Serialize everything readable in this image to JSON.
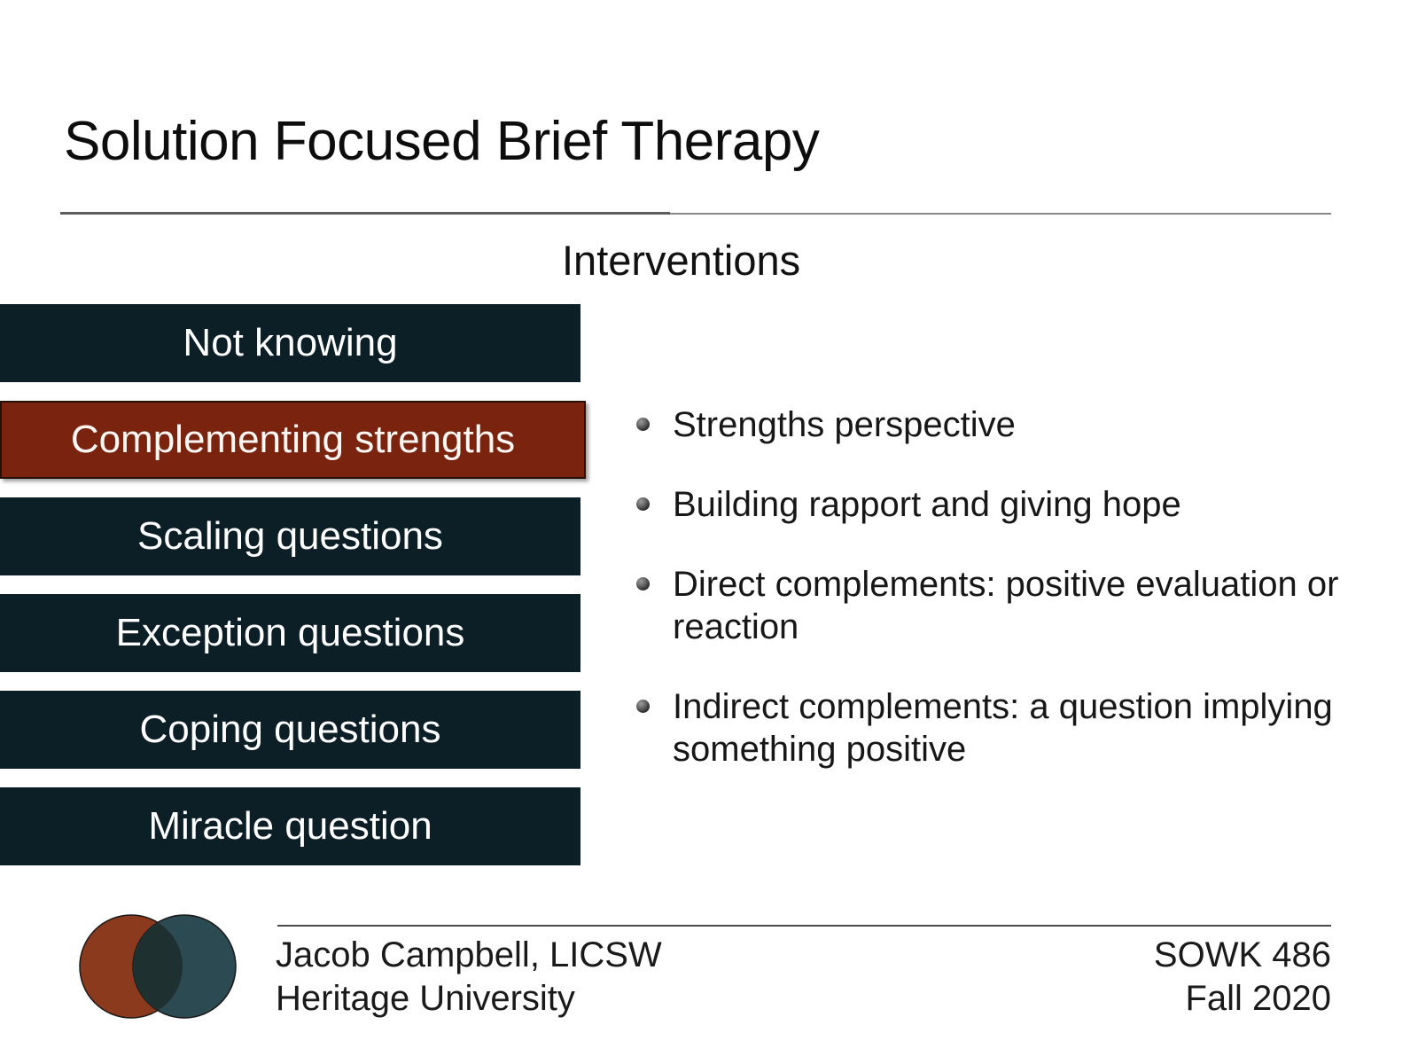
{
  "slide": {
    "title": "Solution Focused Brief Therapy",
    "section_subtitle": "Interventions"
  },
  "nav": {
    "items": [
      {
        "label": "Not knowing",
        "active": false
      },
      {
        "label": "Complementing strengths",
        "active": true
      },
      {
        "label": "Scaling questions",
        "active": false
      },
      {
        "label": "Exception questions",
        "active": false
      },
      {
        "label": "Coping questions",
        "active": false
      },
      {
        "label": "Miracle question",
        "active": false
      }
    ]
  },
  "content": {
    "bullets": [
      "Strengths perspective",
      "Building rapport and giving hope",
      "Direct complements:  positive evaluation or reaction",
      "Indirect complements: a question implying something positive"
    ]
  },
  "footer": {
    "presenter": "Jacob Campbell, LICSW",
    "institution": "Heritage University",
    "course": "SOWK 486",
    "term": "Fall 2020",
    "logo": {
      "left_circle_color": "#8b3a1e",
      "right_circle_color": "#2c4a52",
      "overlap_color": "#1f3031"
    }
  },
  "colors": {
    "nav_default_bg": "#0c1e26",
    "nav_active_bg": "#7a2410",
    "text_dark": "#171717",
    "rule": "#4a4a4a"
  }
}
